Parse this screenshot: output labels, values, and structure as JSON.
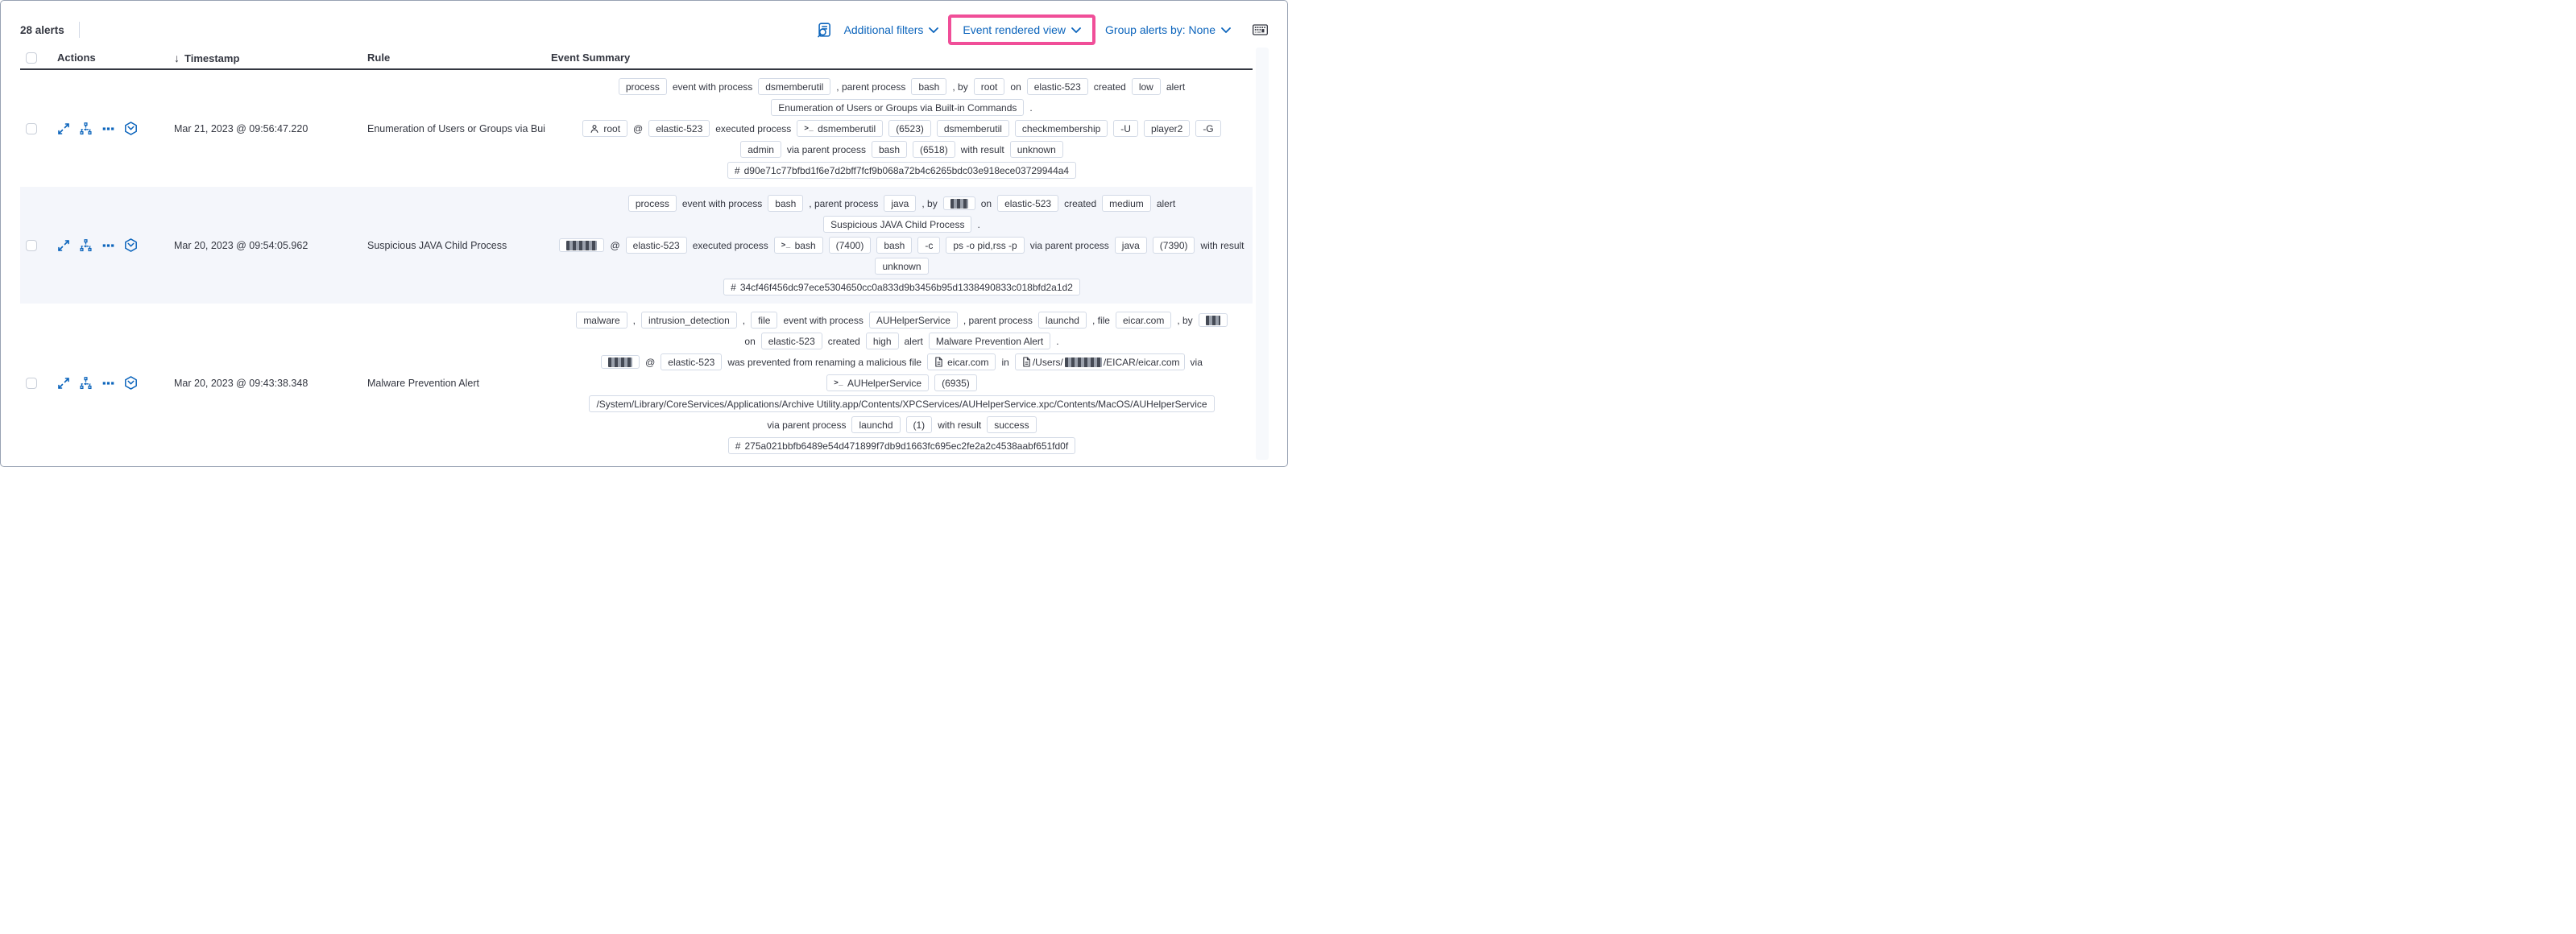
{
  "toolbar": {
    "alert_count": "28 alerts",
    "additional_filters_label": "Additional filters",
    "view_selector_label": "Event rendered view",
    "group_alerts_label": "Group alerts by: None",
    "inspect_icon": "inspect-icon",
    "keyboard_icon": "keyboard-shortcuts-icon"
  },
  "colors": {
    "link_blue": "#0b64bc",
    "highlight_pink": "#f04e98",
    "text_dark": "#343741",
    "alt_row_bg": "#f4f6fb",
    "badge_border": "#d3dae6"
  },
  "table": {
    "headers": {
      "actions": "Actions",
      "timestamp": "Timestamp",
      "rule": "Rule",
      "event_summary": "Event Summary"
    },
    "sort_icon": "sort-descending-arrow-icon",
    "action_icons": [
      "expand-alert-icon",
      "analyze-event-icon",
      "more-actions-icon",
      "session-view-icon"
    ]
  },
  "rows": [
    {
      "timestamp": "Mar 21, 2023 @ 09:56:47.220",
      "rule": "Enumeration of Users or Groups via Bui",
      "lines": [
        [
          {
            "badge": "process"
          },
          {
            "text": "event with process"
          },
          {
            "badge": "dsmemberutil"
          },
          {
            "text": ", parent process"
          },
          {
            "badge": "bash"
          },
          {
            "text": ", by"
          },
          {
            "badge": "root"
          },
          {
            "text": "on"
          },
          {
            "badge": "elastic-523"
          },
          {
            "text": "created"
          },
          {
            "badge": "low"
          },
          {
            "text": "alert"
          }
        ],
        [
          {
            "badge": "Enumeration of Users or Groups via Built-in Commands"
          },
          {
            "text": "."
          }
        ],
        [
          {
            "badge": "root",
            "icon": "user"
          },
          {
            "text": "@"
          },
          {
            "badge": "elastic-523"
          },
          {
            "text": "executed process"
          },
          {
            "badge": "dsmemberutil",
            "icon": "terminal"
          },
          {
            "badge": "(6523)"
          },
          {
            "badge": "dsmemberutil"
          },
          {
            "badge": "checkmembership"
          },
          {
            "badge": "-U"
          },
          {
            "badge": "player2"
          },
          {
            "badge": "-G"
          }
        ],
        [
          {
            "badge": "admin"
          },
          {
            "text": "via parent process"
          },
          {
            "badge": "bash"
          },
          {
            "badge": "(6518)"
          },
          {
            "text": "with result"
          },
          {
            "badge": "unknown"
          }
        ],
        [
          {
            "badge": "d90e71c77bfbd1f6e7d2bff7fcf9b068a72b4c6265bdc03e918ece03729944a4",
            "icon": "hash"
          }
        ]
      ]
    },
    {
      "timestamp": "Mar 20, 2023 @ 09:54:05.962",
      "rule": "Suspicious JAVA Child Process",
      "lines": [
        [
          {
            "badge": "process"
          },
          {
            "text": "event with process"
          },
          {
            "badge": "bash"
          },
          {
            "text": ", parent process"
          },
          {
            "badge": "java"
          },
          {
            "text": ", by"
          },
          {
            "badge_redacted": 22
          },
          {
            "text": "on"
          },
          {
            "badge": "elastic-523"
          },
          {
            "text": "created"
          },
          {
            "badge": "medium"
          },
          {
            "text": "alert"
          }
        ],
        [
          {
            "badge": "Suspicious JAVA Child Process"
          },
          {
            "text": "."
          }
        ],
        [
          {
            "badge_redacted": 38
          },
          {
            "text": "@"
          },
          {
            "badge": "elastic-523"
          },
          {
            "text": "executed process"
          },
          {
            "badge": "bash",
            "icon": "terminal"
          },
          {
            "badge": "(7400)"
          },
          {
            "badge": "bash"
          },
          {
            "badge": "-c"
          },
          {
            "badge": "ps -o pid,rss -p"
          },
          {
            "text": "via parent process"
          },
          {
            "badge": "java"
          },
          {
            "badge": "(7390)"
          },
          {
            "text": "with result"
          }
        ],
        [
          {
            "badge": "unknown"
          }
        ],
        [
          {
            "badge": "34cf46f456dc97ece5304650cc0a833d9b3456b95d1338490833c018bfd2a1d2",
            "icon": "hash"
          }
        ]
      ]
    },
    {
      "timestamp": "Mar 20, 2023 @ 09:43:38.348",
      "rule": "Malware Prevention Alert",
      "lines": [
        [
          {
            "badge": "malware"
          },
          {
            "text": ","
          },
          {
            "badge": "intrusion_detection"
          },
          {
            "text": ","
          },
          {
            "badge": "file"
          },
          {
            "text": "event with process"
          },
          {
            "badge": "AUHelperService"
          },
          {
            "text": ", parent process"
          },
          {
            "badge": "launchd"
          },
          {
            "text": ", file"
          },
          {
            "badge": "eicar.com"
          },
          {
            "text": ", by"
          },
          {
            "badge_redacted": 18
          }
        ],
        [
          {
            "text": "on"
          },
          {
            "badge": "elastic-523"
          },
          {
            "text": "created"
          },
          {
            "badge": "high"
          },
          {
            "text": "alert"
          },
          {
            "badge": "Malware Prevention Alert"
          },
          {
            "text": "."
          }
        ],
        [
          {
            "badge_redacted": 30
          },
          {
            "text": "@"
          },
          {
            "badge": "elastic-523"
          },
          {
            "text": "was prevented from renaming a malicious file"
          },
          {
            "badge": "eicar.com",
            "icon": "file"
          },
          {
            "text": "in"
          },
          {
            "badge_parts": [
              {
                "text": "/Users/"
              },
              {
                "redact": 46
              },
              {
                "text": "/EICAR/eicar.com"
              }
            ],
            "icon": "file"
          },
          {
            "text": "via"
          }
        ],
        [
          {
            "badge": "AUHelperService",
            "icon": "terminal"
          },
          {
            "badge": "(6935)"
          }
        ],
        [
          {
            "badge": "/System/Library/CoreServices/Applications/Archive Utility.app/Contents/XPCServices/AUHelperService.xpc/Contents/MacOS/AUHelperService"
          }
        ],
        [
          {
            "text": "via parent process"
          },
          {
            "badge": "launchd"
          },
          {
            "badge": "(1)"
          },
          {
            "text": "with result"
          },
          {
            "badge": "success"
          }
        ],
        [
          {
            "badge": "275a021bbfb6489e54d471899f7db9d1663fc695ec2fe2a2c4538aabf651fd0f",
            "icon": "hash"
          }
        ]
      ]
    }
  ]
}
